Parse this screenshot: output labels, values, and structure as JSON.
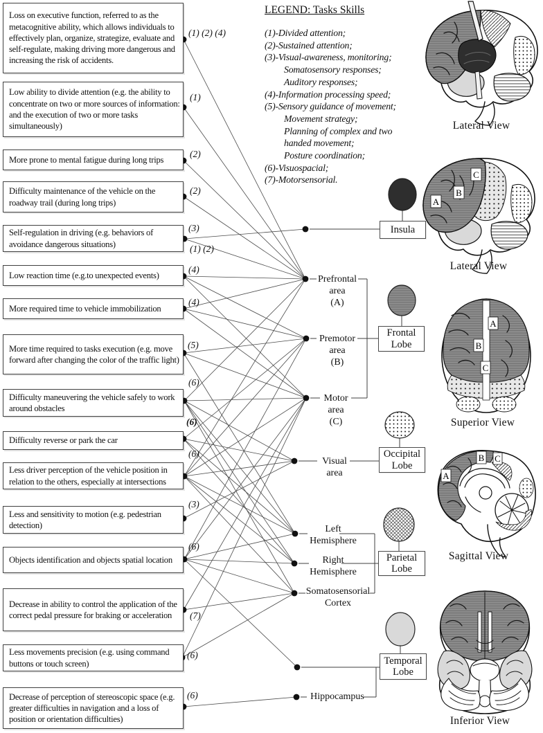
{
  "legend": {
    "title": "LEGEND: Tasks Skills",
    "items": [
      {
        "text": "(1)-Divided attention;",
        "indent": false
      },
      {
        "text": "(2)-Sustained attention;",
        "indent": false
      },
      {
        "text": "(3)-Visual-awareness, monitoring;",
        "indent": false
      },
      {
        "text": "Somatosensory responses;",
        "indent": true
      },
      {
        "text": "Auditory responses;",
        "indent": true
      },
      {
        "text": "(4)-Information processing speed;",
        "indent": false
      },
      {
        "text": "(5)-Sensory guidance of movement;",
        "indent": false
      },
      {
        "text": "Movement strategy;",
        "indent": true
      },
      {
        "text": "Planning of complex and two",
        "indent": true
      },
      {
        "text": "handed movement;",
        "indent": true
      },
      {
        "text": "Posture coordination;",
        "indent": true
      },
      {
        "text": "(6)-Visuospacial;",
        "indent": false
      },
      {
        "text": "(7)-Motorsensorial.",
        "indent": false
      }
    ]
  },
  "deficits": [
    {
      "text": "Loss on executive function, referred to as the metacognitive ability, which allows individuals to effectively plan, organize, strategize, evaluate and self-regulate, making driving more dangerous and increasing the risk of accidents.",
      "skill": "(1) (2) (4)"
    },
    {
      "text": "Low ability to divide attention (e.g. the ability to concentrate on two or more sources of information: and the execution of two or more tasks simultaneously)",
      "skill": "(1)"
    },
    {
      "text": "More prone to mental fatigue during long trips",
      "skill": "(2)"
    },
    {
      "text": "Difficulty maintenance of the vehicle on the roadway trail (during long trips)",
      "skill": "(2)"
    },
    {
      "text": "Self-regulation in driving (e.g. behaviors of avoidance dangerous situations)",
      "skill": "(3)",
      "skill2": "(1) (2)"
    },
    {
      "text": "Low reaction time (e.g.to unexpected events)",
      "skill": "(4)"
    },
    {
      "text": "More required time to vehicle immobilization",
      "skill": "(4)"
    },
    {
      "text": "More time required to tasks execution (e.g. move forward after changing the color of the traffic light)",
      "skill": "(5)"
    },
    {
      "text": "Difficulty maneuvering the vehicle safely to work around obstacles",
      "skill": "(6)"
    },
    {
      "text": "Difficulty reverse or park the car",
      "skill": "(6)",
      "skill_bold": true
    },
    {
      "text": "Less driver perception of the vehicle position in relation to the others, especially at intersections",
      "skill": "(6)"
    },
    {
      "text": "Less and sensitivity to motion (e.g. pedestrian detection)",
      "skill": "(3)"
    },
    {
      "text": "Objects identification and objects spatial location",
      "skill": "(6)"
    },
    {
      "text": "Decrease in ability to control the application of the correct pedal pressure for braking or acceleration",
      "skill": "(7)"
    },
    {
      "text": "Less movements precision (e.g. using command buttons or touch screen)",
      "skill": "(6)"
    },
    {
      "text": "Decrease of perception of stereoscopic space (e.g. greater difficulties in navigation and a loss of position or orientation difficulties)",
      "skill": "(6)"
    }
  ],
  "brain_areas": {
    "prefrontal": [
      "Prefrontal",
      "area",
      "(A)"
    ],
    "premotor": [
      "Premotor",
      "area",
      "(B)"
    ],
    "motor": [
      "Motor",
      "area",
      "(C)"
    ],
    "visual": [
      "Visual",
      "area"
    ],
    "left_hemisphere": [
      "Left",
      "Hemisphere"
    ],
    "right_hemisphere": [
      "Right",
      "Hemisphere"
    ],
    "somatosensorial": [
      "Somatosensorial",
      "Cortex"
    ],
    "hippocampus": [
      "Hippocampus"
    ]
  },
  "lobes": {
    "insula": [
      "Insula"
    ],
    "frontal": [
      "Frontal",
      "Lobe"
    ],
    "occipital": [
      "Occipital",
      "Lobe"
    ],
    "parietal": [
      "Parietal",
      "Lobe"
    ],
    "temporal": [
      "Temporal",
      "Lobe"
    ]
  },
  "views": [
    "Lateral View",
    "Lateral View",
    "Superior View",
    "Sagittal View",
    "Inferior View"
  ],
  "region_labels": [
    "A",
    "B",
    "C"
  ],
  "edges": [
    {
      "from": 0,
      "to": "prefrontal"
    },
    {
      "from": 1,
      "to": "prefrontal"
    },
    {
      "from": 2,
      "to": "prefrontal"
    },
    {
      "from": 3,
      "to": "prefrontal"
    },
    {
      "from": 4,
      "to": "insula"
    },
    {
      "from": 4,
      "to": "prefrontal"
    },
    {
      "from": 5,
      "to": "prefrontal"
    },
    {
      "from": 5,
      "to": "premotor"
    },
    {
      "from": 5,
      "to": "motor"
    },
    {
      "from": 6,
      "to": "prefrontal"
    },
    {
      "from": 6,
      "to": "premotor"
    },
    {
      "from": 6,
      "to": "motor"
    },
    {
      "from": 7,
      "to": "premotor"
    },
    {
      "from": 7,
      "to": "motor"
    },
    {
      "from": 7,
      "to": "left_hemisphere"
    },
    {
      "from": 8,
      "to": "prefrontal"
    },
    {
      "from": 8,
      "to": "motor"
    },
    {
      "from": 8,
      "to": "visual"
    },
    {
      "from": 8,
      "to": "left_hemisphere"
    },
    {
      "from": 8,
      "to": "right_hemisphere"
    },
    {
      "from": 8,
      "to": "somatosensorial"
    },
    {
      "from": 9,
      "to": "premotor"
    },
    {
      "from": 9,
      "to": "visual"
    },
    {
      "from": 9,
      "to": "left_hemisphere"
    },
    {
      "from": 9,
      "to": "right_hemisphere"
    },
    {
      "from": 10,
      "to": "prefrontal"
    },
    {
      "from": 10,
      "to": "premotor"
    },
    {
      "from": 10,
      "to": "motor"
    },
    {
      "from": 10,
      "to": "visual"
    },
    {
      "from": 10,
      "to": "left_hemisphere"
    },
    {
      "from": 10,
      "to": "right_hemisphere"
    },
    {
      "from": 10,
      "to": "somatosensorial"
    },
    {
      "from": 11,
      "to": "visual"
    },
    {
      "from": 12,
      "to": "premotor"
    },
    {
      "from": 12,
      "to": "motor"
    },
    {
      "from": 12,
      "to": "left_hemisphere"
    },
    {
      "from": 12,
      "to": "right_hemisphere"
    },
    {
      "from": 12,
      "to": "somatosensorial"
    },
    {
      "from": 12,
      "to": "temporal"
    },
    {
      "from": 13,
      "to": "motor"
    },
    {
      "from": 13,
      "to": "somatosensorial"
    },
    {
      "from": 14,
      "to": "motor"
    },
    {
      "from": 14,
      "to": "somatosensorial"
    },
    {
      "from": 15,
      "to": "hippocampus"
    }
  ],
  "colors": {
    "frontal_gray": "#8d8d8d",
    "temporal_gray": "#d9d9d9",
    "insula_dark": "#2e2e2e",
    "line": "#4a4a4a",
    "text": "#111111"
  }
}
